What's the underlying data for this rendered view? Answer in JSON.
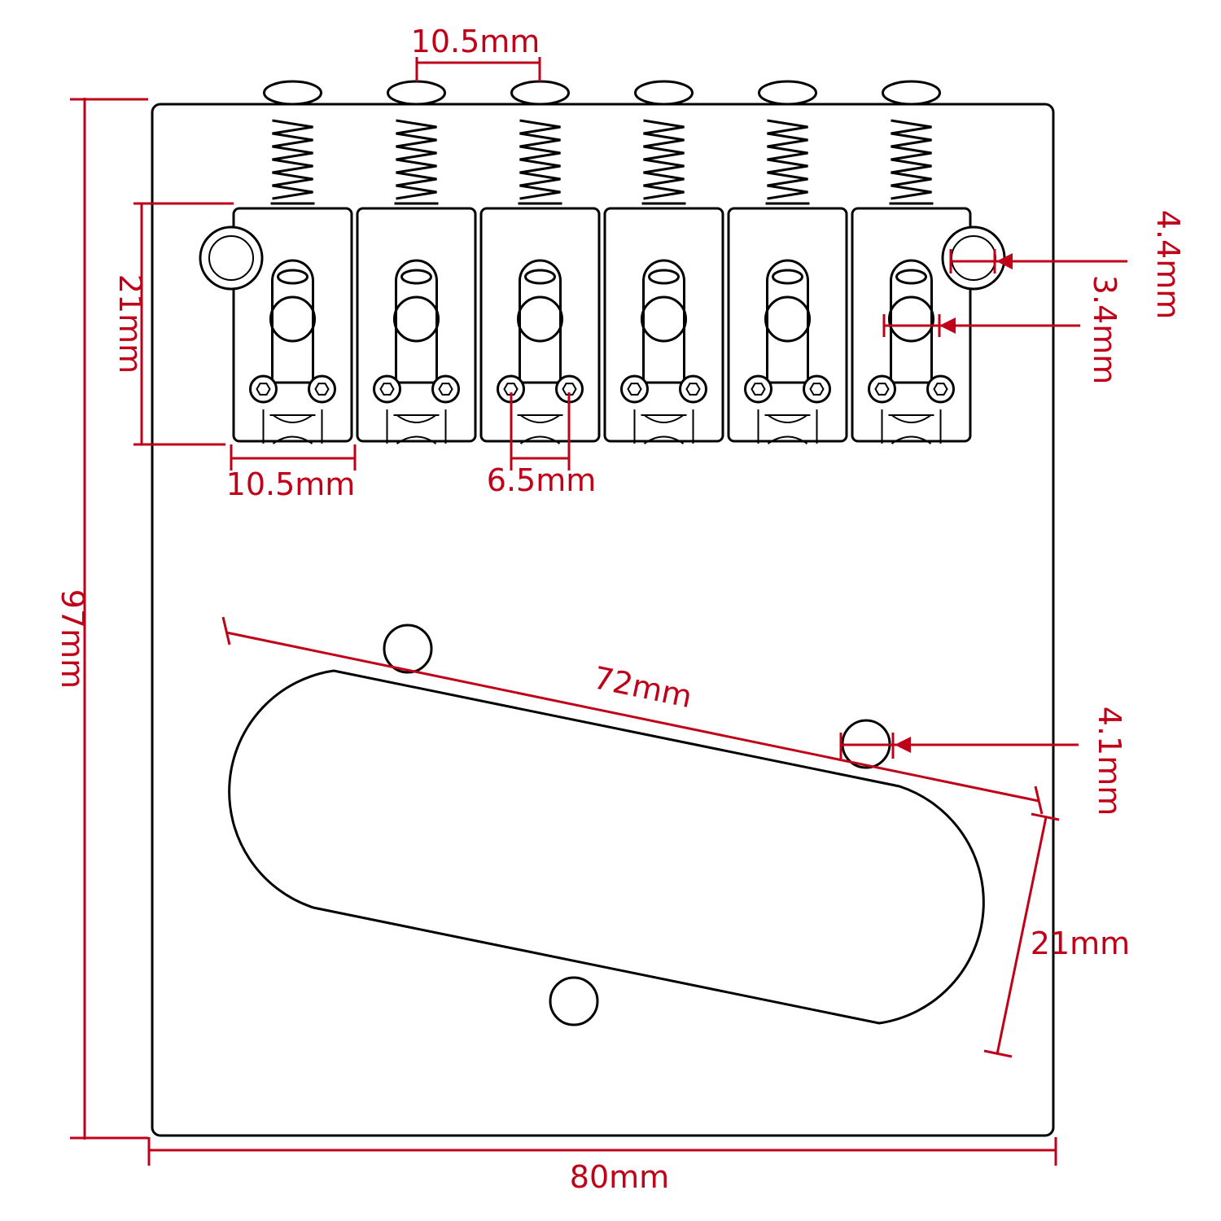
{
  "colors": {
    "outline": "#000000",
    "dimension": "#c00018",
    "background": "#ffffff"
  },
  "dimensions": {
    "overall_height": "97mm",
    "overall_width": "80mm",
    "saddle_spacing_top": "10.5mm",
    "saddle_width": "10.5mm",
    "saddle_height": "21mm",
    "adjust_screw_spacing": "6.5mm",
    "mount_hole": "4.4mm",
    "intonation_slot": "3.4mm",
    "pickup_length": "72mm",
    "pickup_hole": "4.1mm",
    "pickup_width": "21mm"
  }
}
